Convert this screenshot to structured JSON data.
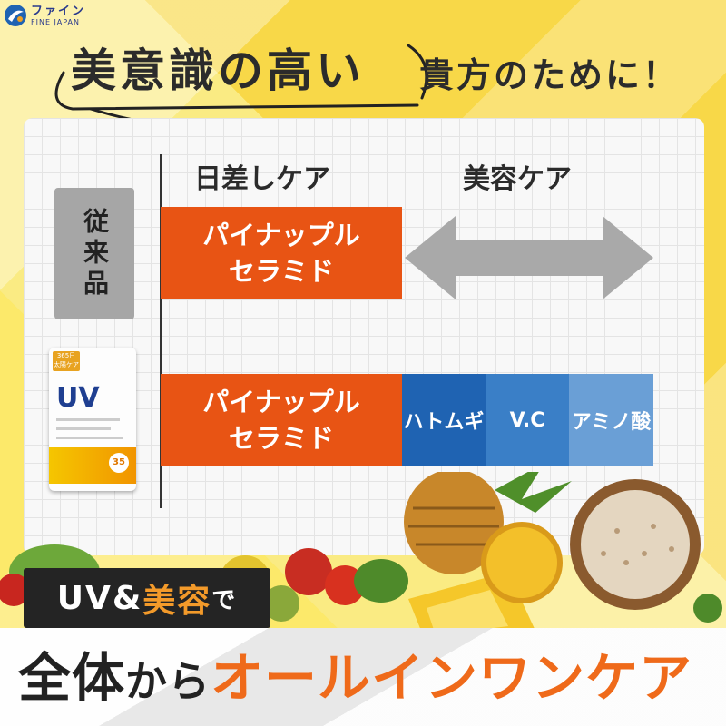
{
  "logo": {
    "jp": "ファイン",
    "en": "FINE JAPAN"
  },
  "headline": {
    "emphasis": "美意識の高い",
    "rest": "貴方のために！"
  },
  "comparison": {
    "col_sun": "日差しケア",
    "col_beauty": "美容ケア",
    "conventional_label": "従来品",
    "row1_box": "パイナップル\nセラミド",
    "row2_box": "パイナップル\nセラミド",
    "ingredients": [
      "ハトムギ",
      "V.C",
      "アミノ酸"
    ]
  },
  "product": {
    "badge": "365日\n太陽ケア",
    "name": "UV",
    "days": "35"
  },
  "tagline": {
    "uv": "UV",
    "amp": "&",
    "beauty": "美容",
    "de": "で"
  },
  "slogan": {
    "all": "全体",
    "kara": "から",
    "allinone": "オールインワンケア"
  },
  "colors": {
    "orange": "#e85414",
    "blue_dark": "#1f63b2",
    "blue_mid": "#3a7fc7",
    "blue_light": "#6a9fd6"
  }
}
